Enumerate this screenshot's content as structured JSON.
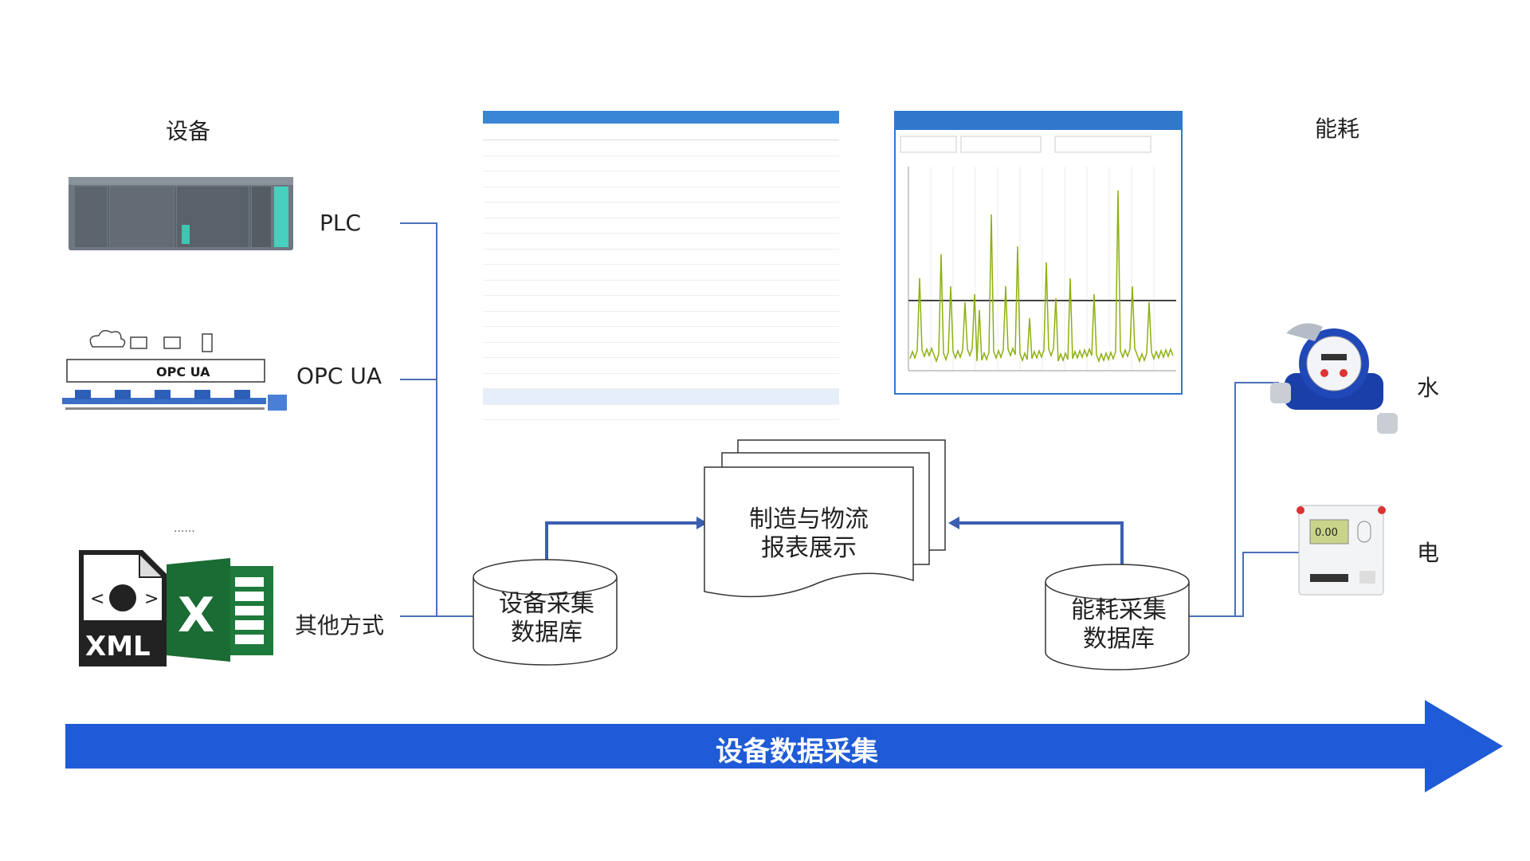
{
  "labels": {
    "equipment": "设备",
    "energy": "能耗",
    "plc": "PLC",
    "opc_ua": "OPC UA",
    "ellipsis": "......",
    "other": "其他方式",
    "water": "水",
    "electricity": "电",
    "equip_db_line1": "设备采集",
    "equip_db_line2": "数据库",
    "energy_db_line1": "能耗采集",
    "energy_db_line2": "数据库",
    "report_line1": "制造与物流",
    "report_line2": "报表展示",
    "banner": "设备数据采集"
  },
  "icons": {
    "plc": "plc-rack-icon",
    "opc": "opc-ua-network-icon",
    "xml": "xml-file-icon",
    "excel": "excel-icon",
    "water_meter": "water-meter-icon",
    "electric_meter": "electric-meter-icon"
  },
  "opc_logo": "OPC UA",
  "xml_text": "XML",
  "excel_letter": "X",
  "meter_reading": "0.00",
  "colors": {
    "banner": "#1f5bd6",
    "connector": "#4a70b8",
    "flow_arrow": "#3a5fb0",
    "table_header": "#3a86d6",
    "chart_line": "#8db010",
    "xml_dark": "#222222",
    "excel_green": "#1e7a3c"
  }
}
